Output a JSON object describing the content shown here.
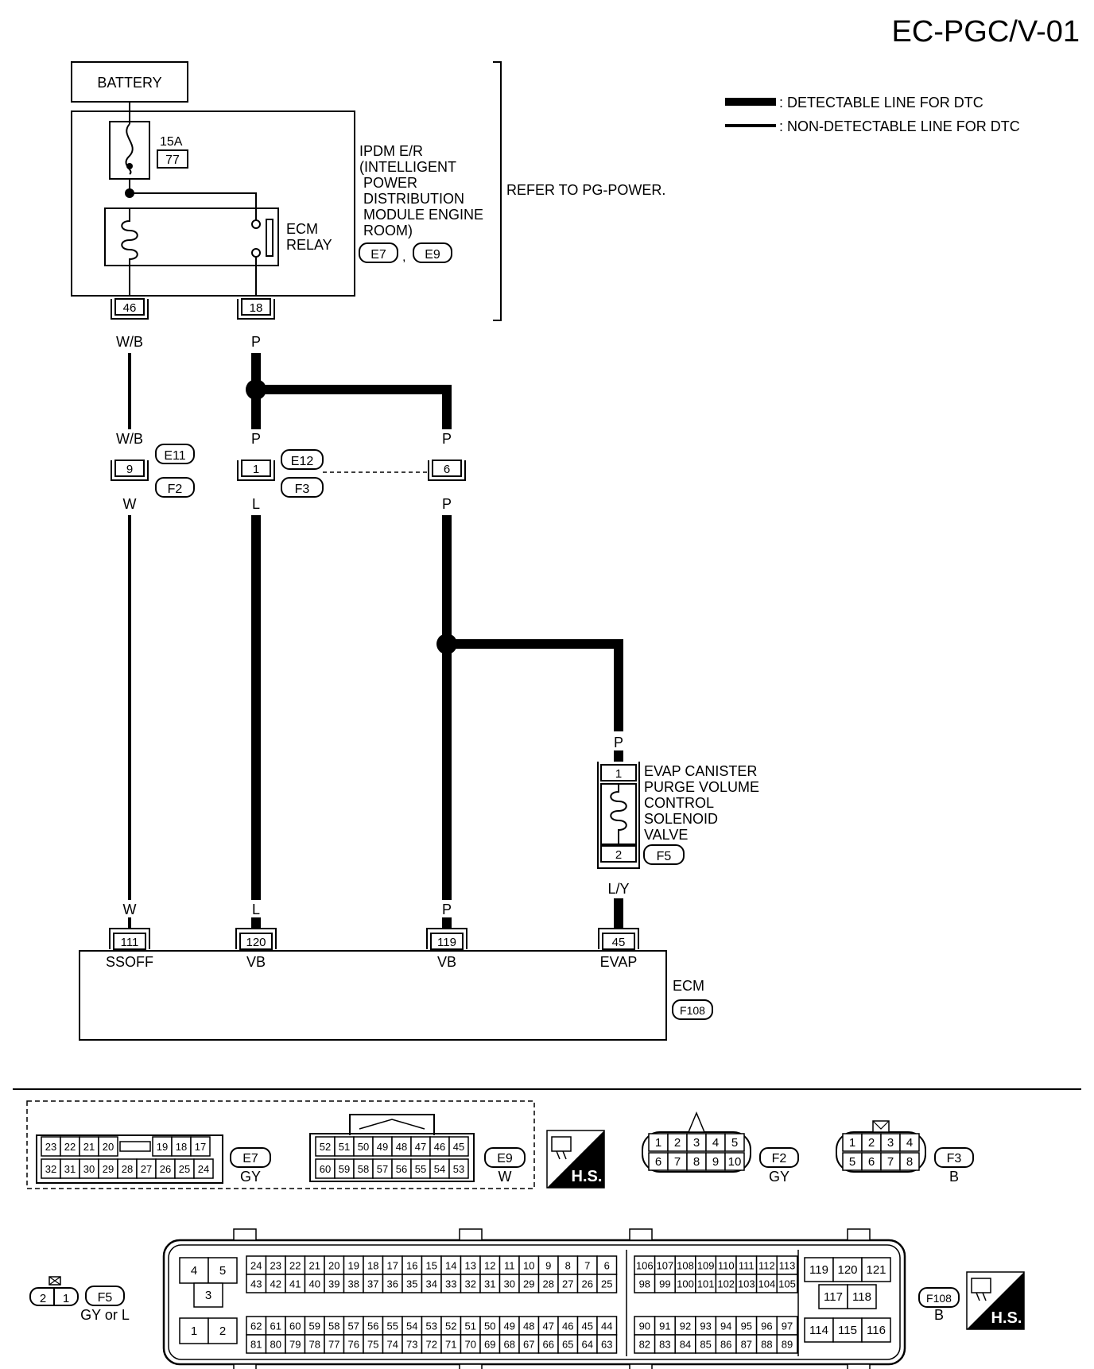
{
  "page_code": "EC-PGC/V-01",
  "legend": {
    "detectable": ": DETECTABLE LINE FOR DTC",
    "non_detectable": ": NON-DETECTABLE LINE FOR DTC"
  },
  "battery": "BATTERY",
  "fuse": {
    "rating": "15A",
    "number": "77"
  },
  "ipdm": {
    "lines": [
      "IPDM E/R",
      "(INTELLIGENT",
      " POWER",
      " DISTRIBUTION",
      " MODULE ENGINE",
      " ROOM)"
    ],
    "conn_a": "E7",
    "conn_sep": ",",
    "conn_b": "E9"
  },
  "ecm_relay": [
    "ECM",
    "RELAY"
  ],
  "refer": "REFER TO PG-POWER.",
  "pins": {
    "ipdm_46": "46",
    "ipdm_18": "18",
    "e11_9": "9",
    "e12_1": "1",
    "e12_6": "6",
    "valve_1": "1",
    "valve_2": "2",
    "ecm_111": "111",
    "ecm_120": "120",
    "ecm_119": "119",
    "ecm_45": "45"
  },
  "wires": {
    "wb_top": "W/B",
    "p_top": "P",
    "wb_mid": "W/B",
    "p_mid1": "P",
    "p_mid2": "P",
    "w_below": "W",
    "l_below": "L",
    "p_below": "P",
    "p_valve": "P",
    "ly": "L/Y",
    "w_ecm": "W",
    "l_ecm": "L",
    "p_ecm": "P"
  },
  "connectors": {
    "e11": "E11",
    "f2": "F2",
    "e12": "E12",
    "f3": "F3",
    "f5": "F5",
    "f108": "F108"
  },
  "valve_lines": [
    "EVAP CANISTER",
    "PURGE VOLUME",
    "CONTROL",
    "SOLENOID",
    "VALVE"
  ],
  "ecm_terminals": [
    "SSOFF",
    "VB",
    "VB",
    "EVAP"
  ],
  "ecm_label": "ECM",
  "connector_views": {
    "e7": {
      "name": "E7",
      "color": "GY",
      "top": [
        "23",
        "22",
        "21",
        "20",
        "19",
        "18",
        "17"
      ],
      "bottom": [
        "32",
        "31",
        "30",
        "29",
        "28",
        "27",
        "26",
        "25",
        "24"
      ]
    },
    "e9": {
      "name": "E9",
      "color": "W",
      "top": [
        "52",
        "51",
        "50",
        "49",
        "48",
        "47",
        "46",
        "45"
      ],
      "bottom": [
        "60",
        "59",
        "58",
        "57",
        "56",
        "55",
        "54",
        "53"
      ]
    },
    "hs": "H.S.",
    "f2": {
      "name": "F2",
      "color": "GY",
      "top": [
        "1",
        "2",
        "3",
        "4",
        "5"
      ],
      "bottom": [
        "6",
        "7",
        "8",
        "9",
        "10"
      ]
    },
    "f3": {
      "name": "F3",
      "color": "B",
      "top": [
        "1",
        "2",
        "3",
        "4"
      ],
      "bottom": [
        "5",
        "6",
        "7",
        "8"
      ]
    },
    "f5": {
      "name": "F5",
      "color": "GY or L",
      "pins": [
        "2",
        "1"
      ]
    },
    "f108": {
      "name": "F108",
      "color": "B",
      "block_a": [
        "4",
        "5",
        "3",
        "1",
        "2"
      ],
      "row1": [
        "24",
        "23",
        "22",
        "21",
        "20",
        "19",
        "18",
        "17",
        "16",
        "15",
        "14",
        "13",
        "12",
        "11",
        "10",
        "9",
        "8",
        "7",
        "6"
      ],
      "row2": [
        "43",
        "42",
        "41",
        "40",
        "39",
        "38",
        "37",
        "36",
        "35",
        "34",
        "33",
        "32",
        "31",
        "30",
        "29",
        "28",
        "27",
        "26",
        "25"
      ],
      "row3": [
        "62",
        "61",
        "60",
        "59",
        "58",
        "57",
        "56",
        "55",
        "54",
        "53",
        "52",
        "51",
        "50",
        "49",
        "48",
        "47",
        "46",
        "45",
        "44"
      ],
      "row4": [
        "81",
        "80",
        "79",
        "78",
        "77",
        "76",
        "75",
        "74",
        "73",
        "72",
        "71",
        "70",
        "69",
        "68",
        "67",
        "66",
        "65",
        "64",
        "63"
      ],
      "mid_row1": [
        "106",
        "107",
        "108",
        "109",
        "110",
        "111",
        "112",
        "113"
      ],
      "mid_row2": [
        "98",
        "99",
        "100",
        "101",
        "102",
        "103",
        "104",
        "105"
      ],
      "mid_row3": [
        "90",
        "91",
        "92",
        "93",
        "94",
        "95",
        "96",
        "97"
      ],
      "mid_row4": [
        "82",
        "83",
        "84",
        "85",
        "86",
        "87",
        "88",
        "89"
      ],
      "right_top": [
        "119",
        "120",
        "121"
      ],
      "right_mid": [
        "117",
        "118"
      ],
      "right_bot": [
        "114",
        "115",
        "116"
      ]
    }
  }
}
